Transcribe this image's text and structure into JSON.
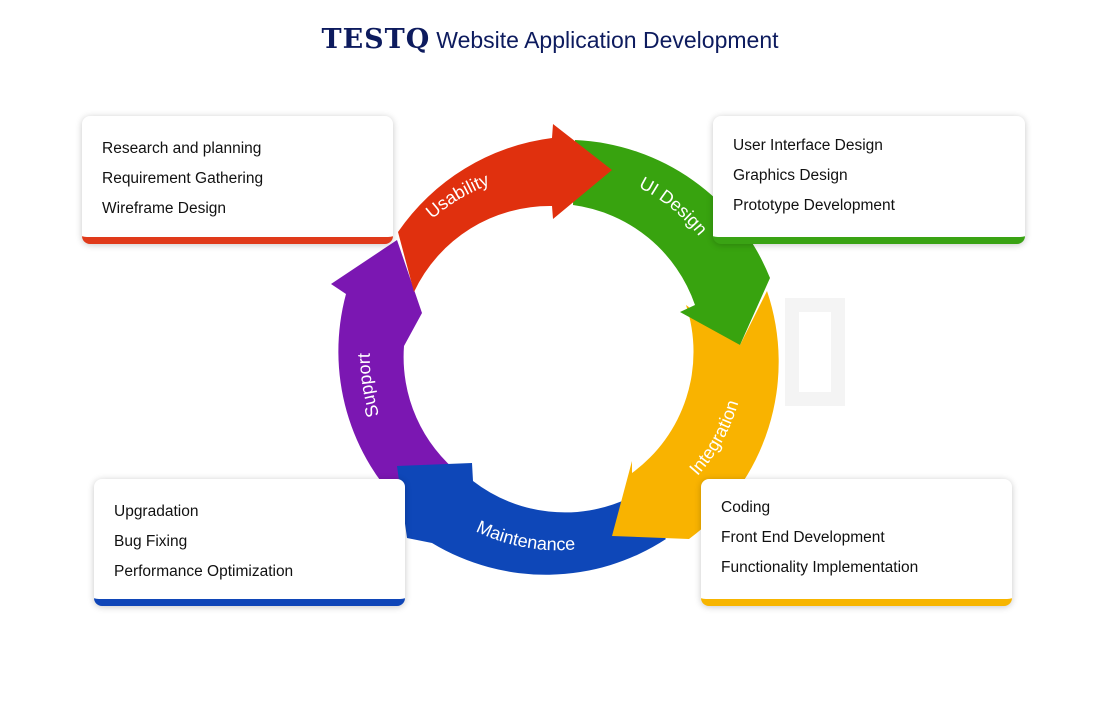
{
  "title": {
    "brand": "TESTQ",
    "text": "Website Application Development"
  },
  "cycle": {
    "stages": [
      {
        "label": "Usability",
        "color": "#e0300e"
      },
      {
        "label": "UI Design",
        "color": "#38a30f"
      },
      {
        "label": "Integration",
        "color": "#f9b300"
      },
      {
        "label": "Maintenance",
        "color": "#0e47b8"
      },
      {
        "label": "Support",
        "color": "#7b17b2"
      }
    ]
  },
  "cards": {
    "usability": {
      "accent": "#e03a1a",
      "items": [
        "Research and planning",
        "Requirement Gathering",
        "Wireframe Design"
      ]
    },
    "ui_design": {
      "accent": "#3aa314",
      "items": [
        "User Interface Design",
        "Graphics Design",
        "Prototype Development"
      ]
    },
    "maintenance": {
      "accent": "#1046b8",
      "items": [
        "Upgradation",
        "Bug Fixing",
        "Performance Optimization"
      ]
    },
    "integration": {
      "accent": "#f7b500",
      "items": [
        "Coding",
        "Front End Development",
        "Functionality Implementation"
      ]
    }
  }
}
